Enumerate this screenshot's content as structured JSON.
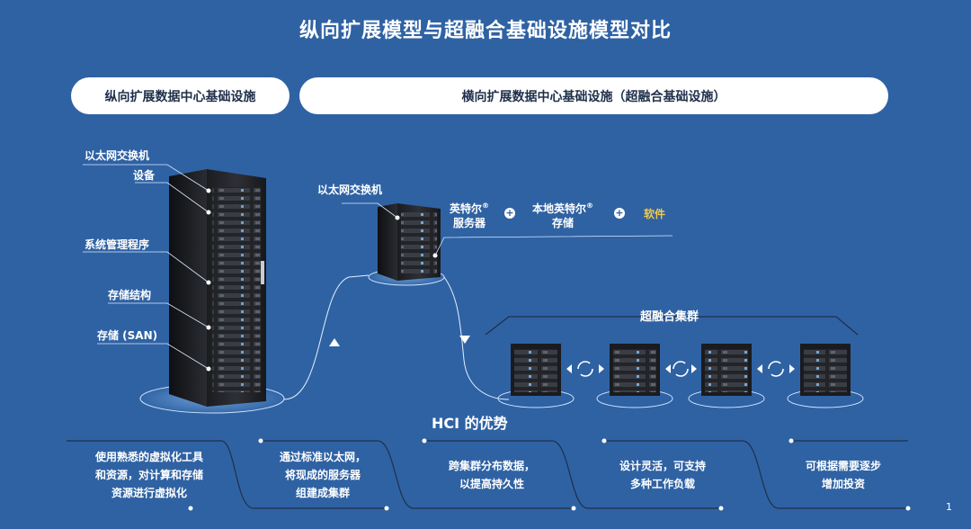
{
  "title": "纵向扩展模型与超融合基础设施模型对比",
  "left_header": "纵向扩展数据中心基础设施",
  "right_header": "横向扩展数据中心基础设施（超融合基础设施）",
  "left_labels": {
    "switch": "以太网交换机",
    "device": "设备",
    "hypervisor": "系统管理程序",
    "storage_fabric": "存储结构",
    "san": "存储 (SAN)"
  },
  "right_labels": {
    "switch": "以太网交换机",
    "server_line1": "英特尔",
    "server_line2": "服务器",
    "local_line1": "本地英特尔",
    "local_line2": "存储",
    "software": "软件",
    "registered": "®",
    "plus": "+"
  },
  "cluster_label": "超融合集群",
  "hci_title": "HCI 的优势",
  "advantages": [
    {
      "line1": "使用熟悉的虚拟化工具",
      "line2": "和资源，对计算和存储",
      "line3": "资源进行虚拟化"
    },
    {
      "line1": "通过标准以太网，",
      "line2": "将现成的服务器",
      "line3": "组建成集群"
    },
    {
      "line1": "跨集群分布数据，",
      "line2": "以提高持久性"
    },
    {
      "line1": "设计灵活，可支持",
      "line2": "多种工作负载"
    },
    {
      "line1": "可根据需要逐步",
      "line2": "增加投资"
    }
  ],
  "page_number": "1",
  "colors": {
    "background": "#2f62a3",
    "accent": "#f2c94c",
    "pill": "#ffffff"
  }
}
